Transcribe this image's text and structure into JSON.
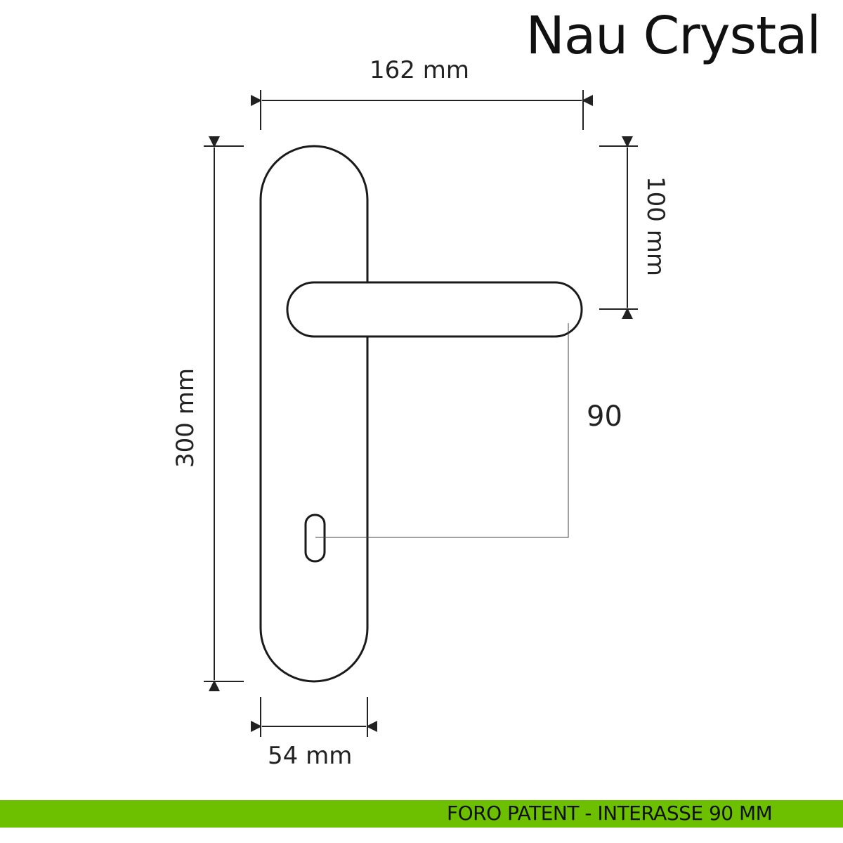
{
  "title": "Nau Crystal",
  "dimensions": {
    "width_total": "162 mm",
    "height_plate": "300 mm",
    "handle_height": "100 mm",
    "plate_width": "54 mm",
    "center_distance": "90"
  },
  "banner": {
    "text": "FORO PATENT - INTERASSE 90 MM",
    "color": "#6cc000"
  }
}
